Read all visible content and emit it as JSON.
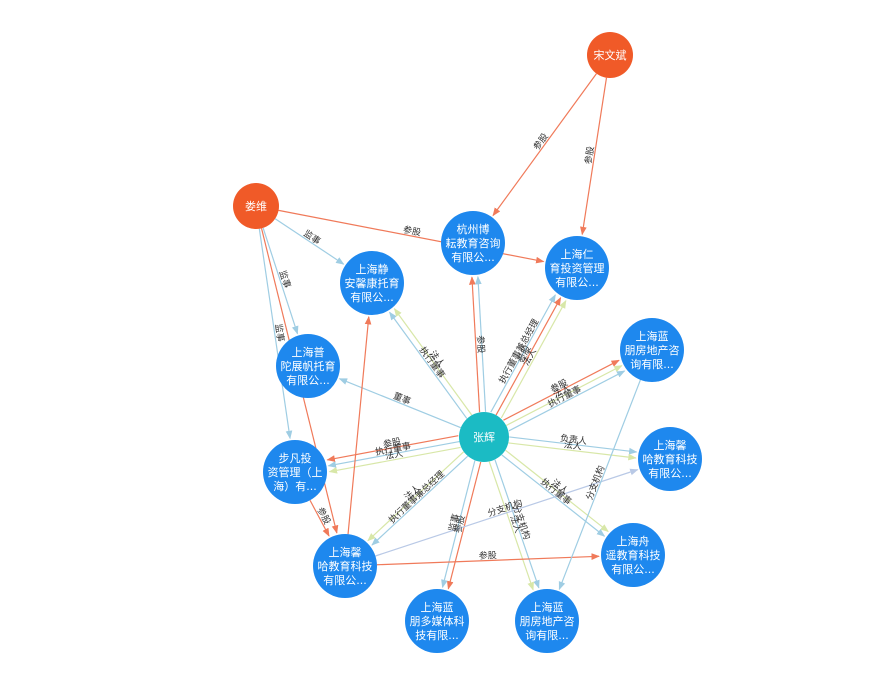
{
  "colors": {
    "person": "#f05a28",
    "center": "#1bbbc4",
    "company": "#1e88ee",
    "edge_invest": "#f07a5a",
    "edge_role": "#9fcde3",
    "edge_legal": "#d8e7a8",
    "edge_branch": "#b9c9e6"
  },
  "nodes": [
    {
      "id": "songwenbin",
      "type": "person",
      "lines": [
        "宋文斌"
      ]
    },
    {
      "id": "louwei",
      "type": "person",
      "lines": [
        "娄维"
      ]
    },
    {
      "id": "zhanghui",
      "type": "center",
      "lines": [
        "张辉"
      ]
    },
    {
      "id": "hangzhou",
      "type": "company",
      "lines": [
        "杭州博",
        "耘教育咨询",
        "有限公..."
      ]
    },
    {
      "id": "jing",
      "type": "company",
      "lines": [
        "上海静",
        "安馨康托育",
        "有限公..."
      ]
    },
    {
      "id": "ren",
      "type": "company",
      "lines": [
        "上海仁",
        "育投资管理",
        "有限公..."
      ]
    },
    {
      "id": "putuo",
      "type": "company",
      "lines": [
        "上海普",
        "陀展帆托育",
        "有限公..."
      ]
    },
    {
      "id": "lanp1",
      "type": "company",
      "lines": [
        "上海蓝",
        "朋房地产咨",
        "询有限..."
      ]
    },
    {
      "id": "xin1",
      "type": "company",
      "lines": [
        "上海馨",
        "哈教育科技",
        "有限公..."
      ]
    },
    {
      "id": "bufan",
      "type": "company",
      "lines": [
        "步凡投",
        "资管理（上",
        "海）有..."
      ]
    },
    {
      "id": "zhou",
      "type": "company",
      "lines": [
        "上海舟",
        "遥教育科技",
        "有限公..."
      ]
    },
    {
      "id": "xin2",
      "type": "company",
      "lines": [
        "上海馨",
        "哈教育科技",
        "有限公..."
      ]
    },
    {
      "id": "media",
      "type": "company",
      "lines": [
        "上海蓝",
        "朋多媒体科",
        "技有限..."
      ]
    },
    {
      "id": "lanp2",
      "type": "company",
      "lines": [
        "上海蓝",
        "朋房地产咨",
        "询有限..."
      ]
    }
  ],
  "edges": [
    {
      "from": "songwenbin",
      "to": "hangzhou",
      "label": "参股",
      "kind": "invest"
    },
    {
      "from": "songwenbin",
      "to": "ren",
      "label": "参股",
      "kind": "invest"
    },
    {
      "from": "louwei",
      "to": "ren",
      "label": "参股",
      "kind": "invest"
    },
    {
      "from": "louwei",
      "to": "jing",
      "label": "监事",
      "kind": "role"
    },
    {
      "from": "louwei",
      "to": "putuo",
      "label": "监事",
      "kind": "role"
    },
    {
      "from": "louwei",
      "to": "bufan",
      "label": "监事",
      "kind": "role"
    },
    {
      "from": "louwei",
      "to": "xin2",
      "label": "参股",
      "kind": "invest"
    },
    {
      "from": "zhanghui",
      "to": "hangzhou",
      "label": "参股",
      "kind": "invest"
    },
    {
      "from": "zhanghui",
      "to": "hangzhou",
      "label": "",
      "kind": "role"
    },
    {
      "from": "zhanghui",
      "to": "jing",
      "label": "执行董事",
      "kind": "role"
    },
    {
      "from": "zhanghui",
      "to": "jing",
      "label": "法人",
      "kind": "legal"
    },
    {
      "from": "zhanghui",
      "to": "ren",
      "label": "执行董事兼总经理",
      "kind": "role"
    },
    {
      "from": "zhanghui",
      "to": "ren",
      "label": "参股",
      "kind": "invest"
    },
    {
      "from": "zhanghui",
      "to": "ren",
      "label": "法人",
      "kind": "legal"
    },
    {
      "from": "zhanghui",
      "to": "putuo",
      "label": "董事",
      "kind": "role"
    },
    {
      "from": "zhanghui",
      "to": "lanp1",
      "label": "参股",
      "kind": "invest"
    },
    {
      "from": "zhanghui",
      "to": "lanp1",
      "label": "法人",
      "kind": "legal"
    },
    {
      "from": "zhanghui",
      "to": "lanp1",
      "label": "执行董事",
      "kind": "role"
    },
    {
      "from": "zhanghui",
      "to": "xin1",
      "label": "负责人",
      "kind": "role"
    },
    {
      "from": "zhanghui",
      "to": "xin1",
      "label": "法人",
      "kind": "legal"
    },
    {
      "from": "zhanghui",
      "to": "bufan",
      "label": "法人",
      "kind": "legal"
    },
    {
      "from": "zhanghui",
      "to": "bufan",
      "label": "执行董事",
      "kind": "role"
    },
    {
      "from": "zhanghui",
      "to": "bufan",
      "label": "参股",
      "kind": "invest"
    },
    {
      "from": "zhanghui",
      "to": "zhou",
      "label": "法人",
      "kind": "legal"
    },
    {
      "from": "zhanghui",
      "to": "zhou",
      "label": "执行董事",
      "kind": "role"
    },
    {
      "from": "zhanghui",
      "to": "xin2",
      "label": "执行董事兼总经理",
      "kind": "role"
    },
    {
      "from": "zhanghui",
      "to": "xin2",
      "label": "法人",
      "kind": "legal"
    },
    {
      "from": "zhanghui",
      "to": "media",
      "label": "参股",
      "kind": "invest"
    },
    {
      "from": "zhanghui",
      "to": "media",
      "label": "监事",
      "kind": "role"
    },
    {
      "from": "zhanghui",
      "to": "lanp2",
      "label": "分支机构",
      "kind": "role"
    },
    {
      "from": "zhanghui",
      "to": "lanp2",
      "label": "法人",
      "kind": "legal"
    },
    {
      "from": "xin2",
      "to": "jing",
      "label": "",
      "kind": "invest"
    },
    {
      "from": "xin2",
      "to": "zhou",
      "label": "参股",
      "kind": "invest"
    },
    {
      "from": "xin2",
      "to": "xin1",
      "label": "分支机构",
      "kind": "branch"
    },
    {
      "from": "bufan",
      "to": "xin2",
      "label": "参股",
      "kind": "invest"
    },
    {
      "from": "lanp1",
      "to": "lanp2",
      "label": "分支机构",
      "kind": "role"
    }
  ]
}
